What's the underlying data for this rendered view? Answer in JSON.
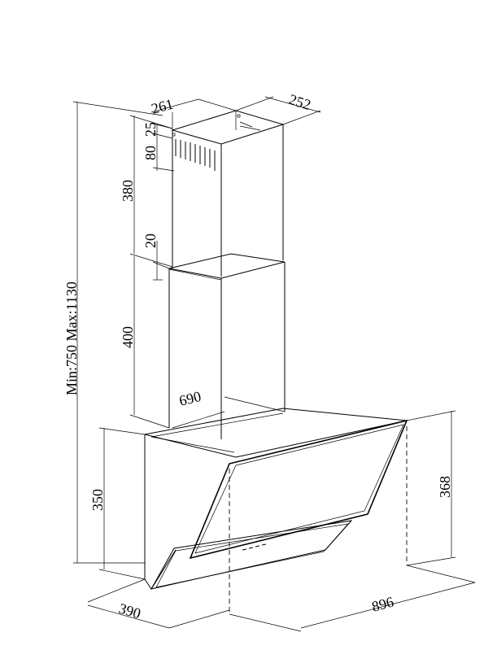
{
  "dimensions": {
    "chimney_width": "261",
    "chimney_depth": "252",
    "vent_offset": "25",
    "vent_height": "80",
    "upper_chimney_height": "380",
    "chimney_overlap": "20",
    "lower_chimney_height": "400",
    "total_height_range": "Min:750 Max:1130",
    "hood_depth_top": "690",
    "hood_body_height": "350",
    "hood_glass_height": "368",
    "hood_depth_bottom": "390",
    "hood_width": "896"
  }
}
